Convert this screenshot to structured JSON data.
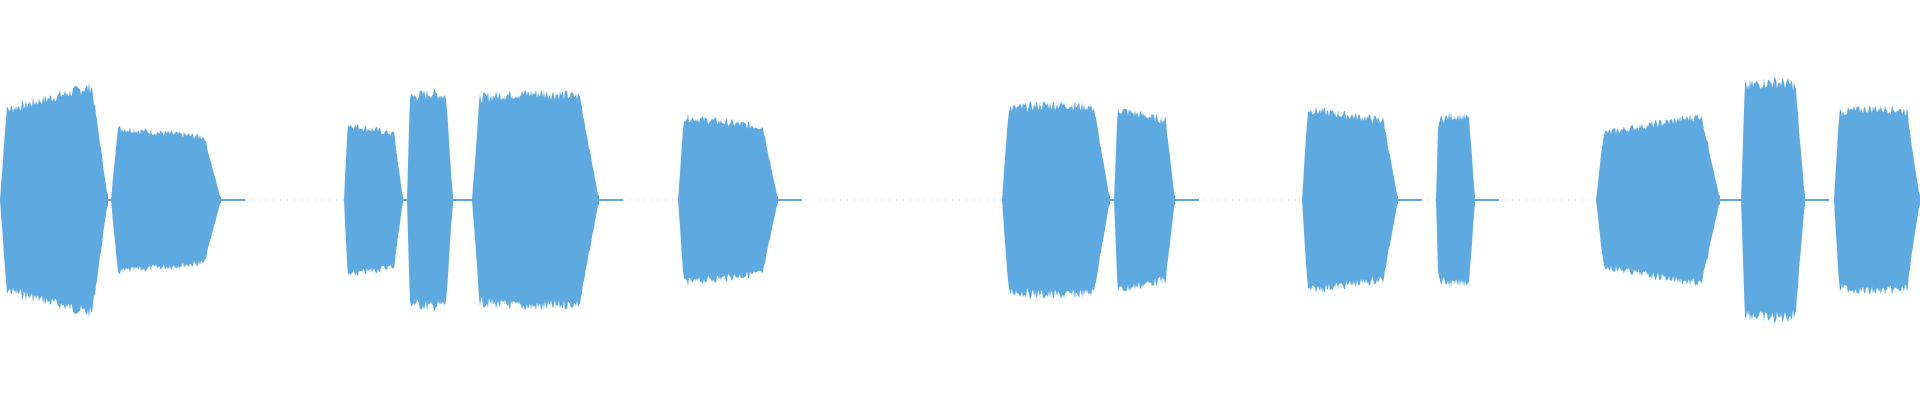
{
  "waveform": {
    "color": "#5da9e0",
    "background": "#ffffff",
    "duration_fraction_segments": [
      {
        "start": 0.0,
        "end": 0.056,
        "peak": 0.62,
        "shape": "rise"
      },
      {
        "start": 0.058,
        "end": 0.115,
        "peak": 0.38,
        "shape": "decay"
      },
      {
        "start": 0.179,
        "end": 0.21,
        "peak": 0.4,
        "shape": "decay"
      },
      {
        "start": 0.212,
        "end": 0.236,
        "peak": 0.56,
        "shape": "flat"
      },
      {
        "start": 0.246,
        "end": 0.312,
        "peak": 0.56,
        "shape": "flat"
      },
      {
        "start": 0.353,
        "end": 0.405,
        "peak": 0.44,
        "shape": "decay"
      },
      {
        "start": 0.522,
        "end": 0.578,
        "peak": 0.5,
        "shape": "flat"
      },
      {
        "start": 0.58,
        "end": 0.612,
        "peak": 0.48,
        "shape": "decay"
      },
      {
        "start": 0.678,
        "end": 0.728,
        "peak": 0.48,
        "shape": "decay"
      },
      {
        "start": 0.748,
        "end": 0.768,
        "peak": 0.44,
        "shape": "flat"
      },
      {
        "start": 0.831,
        "end": 0.896,
        "peak": 0.46,
        "shape": "rise"
      },
      {
        "start": 0.907,
        "end": 0.94,
        "peak": 0.62,
        "shape": "flat"
      },
      {
        "start": 0.955,
        "end": 1.0,
        "peak": 0.48,
        "shape": "flat"
      }
    ]
  }
}
